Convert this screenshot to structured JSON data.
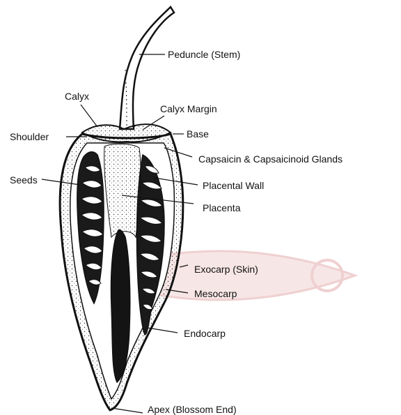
{
  "colors": {
    "ink": "#111111",
    "background": "#ffffff",
    "watermark": "#f3d9d9"
  },
  "labels": {
    "peduncle": "Peduncle (Stem)",
    "calyx": "Calyx",
    "calyx_margin": "Calyx Margin",
    "shoulder": "Shoulder",
    "base": "Base",
    "glands": "Capsaicin & Capsaicinoid Glands",
    "seeds": "Seeds",
    "placental_wall": "Placental Wall",
    "placenta": "Placenta",
    "exocarp": "Exocarp (Skin)",
    "mesocarp": "Mesocarp",
    "endocarp": "Endocarp",
    "apex": "Apex (Blossom End)"
  }
}
